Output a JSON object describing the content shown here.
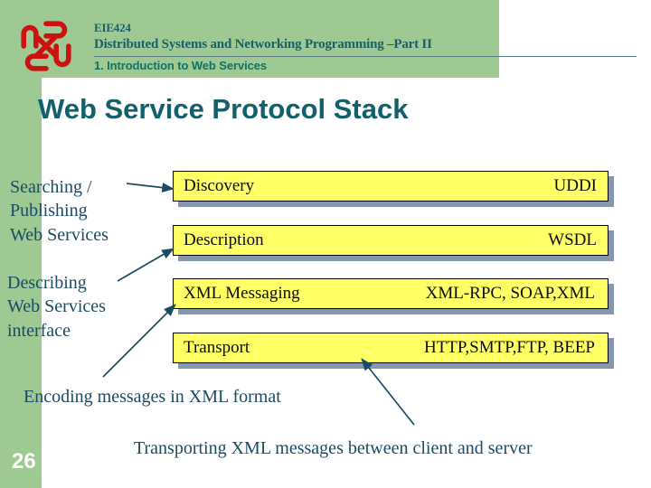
{
  "header": {
    "course_code": "EIE424",
    "subject": "Distributed Systems and Networking Programming –Part II",
    "section": "1. Introduction to Web Services",
    "logo_name": "polyu-logo"
  },
  "title": "Web Service Protocol Stack",
  "colors": {
    "green_band": "#9ec992",
    "title_teal": "#11606b",
    "header_teal": "#1b5e63",
    "bar_fill": "#ffff66",
    "bar_border": "#000000",
    "bar_shadow": "#8596af",
    "annotation_text": "#1b4a63",
    "logo_red": "#cc1111",
    "arrow_stroke": "#1b4a63"
  },
  "stack": {
    "layers": [
      {
        "name": "Discovery",
        "technology": "UDDI"
      },
      {
        "name": "Description",
        "technology": "WSDL"
      },
      {
        "name": "XML Messaging",
        "technology": "XML-RPC, SOAP,XML"
      },
      {
        "name": "Transport",
        "technology": "HTTP,SMTP,FTP, BEEP"
      }
    ]
  },
  "annotations": [
    {
      "id": "searching",
      "text": "Searching /\nPublishing\nWeb Services",
      "points_to": "Discovery"
    },
    {
      "id": "describing",
      "text": "Describing\nWeb Services\ninterface",
      "points_to": "Description"
    },
    {
      "id": "encoding",
      "text": "Encoding messages in XML format",
      "points_to": "XML Messaging"
    },
    {
      "id": "transporting",
      "text": "Transporting XML messages between client and server",
      "points_to": "Transport"
    }
  ],
  "page_number": "26"
}
